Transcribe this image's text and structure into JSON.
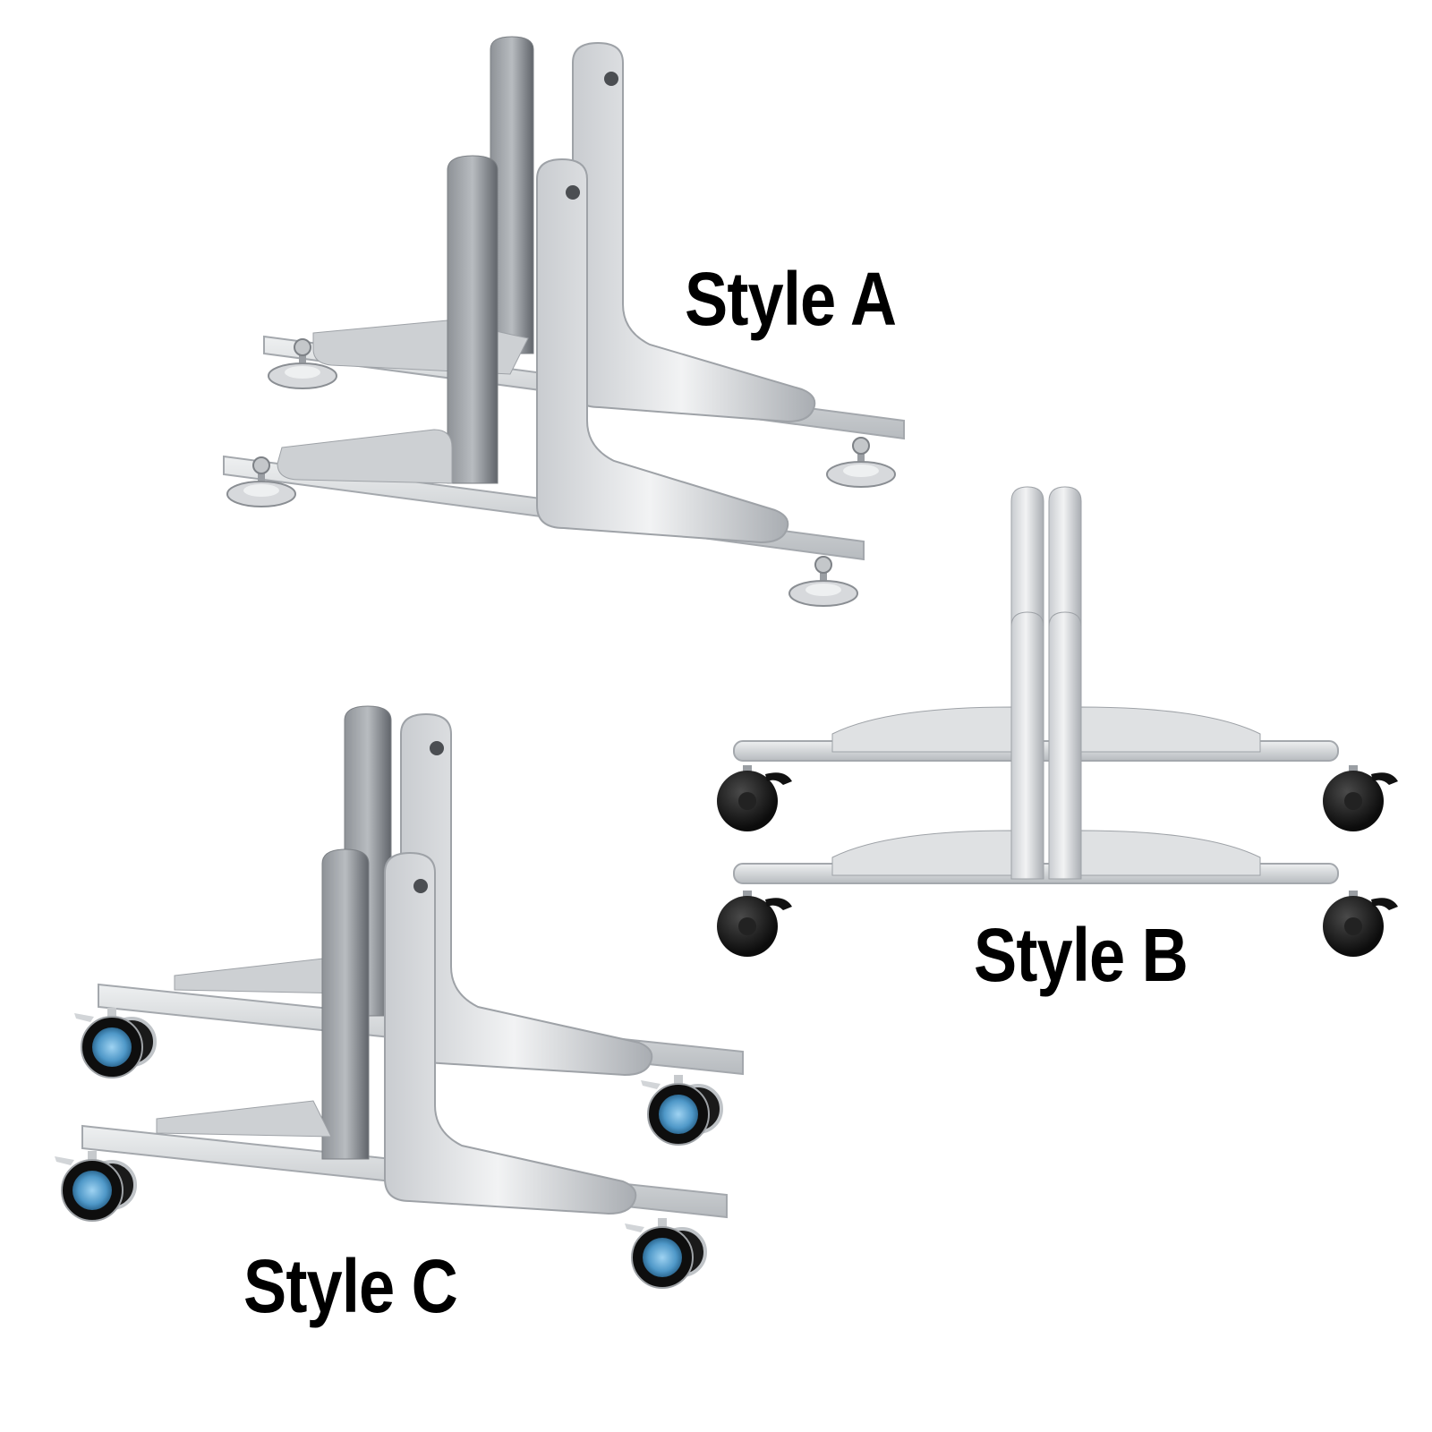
{
  "labels": {
    "style_a": "Style A",
    "style_b": "Style B",
    "style_c": "Style C"
  },
  "colors": {
    "background": "#ffffff",
    "metal_light": "#e4e6e8",
    "metal_mid": "#bfc3c7",
    "metal_dark": "#6f7378",
    "wheel_black": "#111111",
    "wheel_blue": "#5aa6d6"
  },
  "products": [
    {
      "name": "style-a",
      "feet": "leveling-foot"
    },
    {
      "name": "style-b",
      "feet": "black-caster"
    },
    {
      "name": "style-c",
      "feet": "blue-hub-caster"
    }
  ]
}
